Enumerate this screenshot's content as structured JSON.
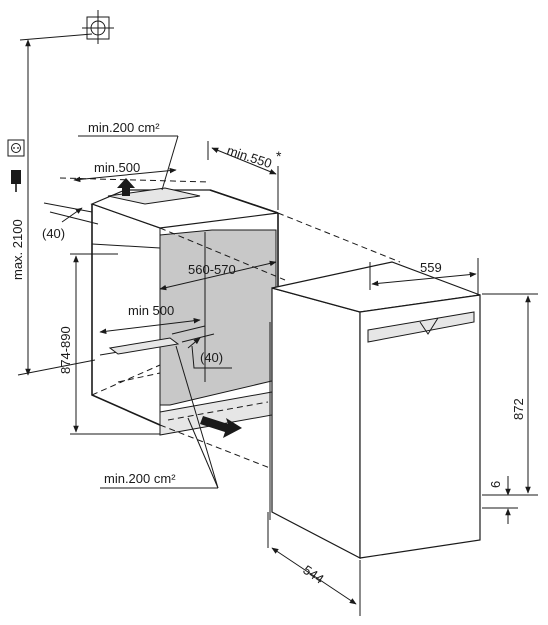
{
  "labels": {
    "vent_top_area": "min.200 cm²",
    "vent_top_depth": "min.500",
    "niche_depth": "min.550",
    "niche_depth_note": "*",
    "top_offset": "(40)",
    "max_height": "max. 2100",
    "niche_height": "874-890",
    "niche_width": "560-570",
    "vent_bottom_depth": "min 500",
    "bottom_offset": "(40)",
    "vent_bottom_area": "min.200 cm²",
    "unit_width": "559",
    "unit_height": "872",
    "plinth_gap": "6",
    "unit_depth": "544"
  },
  "icons": {
    "crosshair": "crosshair-icon",
    "socket": "power-socket-icon",
    "plug": "plug-icon",
    "airflow_up": "arrow-up-icon",
    "airflow_in": "arrow-right-icon"
  },
  "colors": {
    "line": "#1a1a1a",
    "niche_interior": "#c8c8c8",
    "grille": "#e6e6e6"
  }
}
